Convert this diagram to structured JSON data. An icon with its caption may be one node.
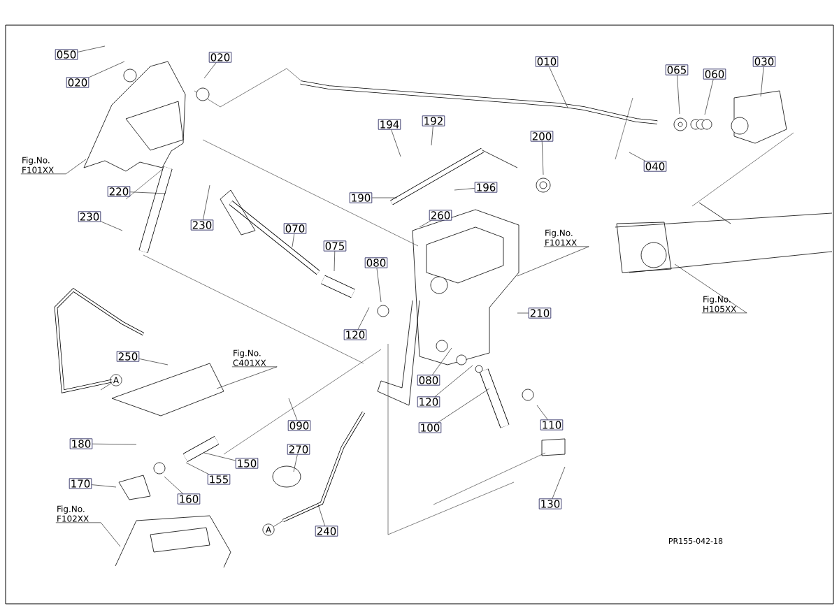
{
  "diagram": {
    "nodes": [
      {
        "text": [
          "050"
        ]
      },
      {
        "text": [
          "020"
        ]
      },
      {
        "text": [
          "020"
        ]
      },
      {
        "text": [
          "010"
        ]
      },
      {
        "text": [
          "065"
        ]
      },
      {
        "text": [
          "060"
        ]
      },
      {
        "text": [
          "030"
        ]
      },
      {
        "text": [
          "040"
        ]
      },
      {
        "text": [
          "194"
        ]
      },
      {
        "text": [
          "192"
        ]
      },
      {
        "text": [
          "200"
        ]
      },
      {
        "text": [
          "196"
        ]
      },
      {
        "text": [
          "190"
        ]
      },
      {
        "text": [
          "260"
        ]
      },
      {
        "text": [
          "230"
        ]
      },
      {
        "text": [
          "220"
        ]
      },
      {
        "text": [
          "230"
        ]
      },
      {
        "text": [
          "Fig.No. F101XX"
        ]
      },
      {
        "text": [
          "070"
        ]
      },
      {
        "text": [
          "075"
        ]
      },
      {
        "text": [
          "080"
        ]
      },
      {
        "text": [
          "Fig.No. F101XX"
        ]
      },
      {
        "text": [
          "210"
        ]
      },
      {
        "text": [
          "120"
        ]
      },
      {
        "text": [
          "Fig.No. H105XX"
        ]
      },
      {
        "text": [
          "250"
        ]
      },
      {
        "text": [
          "Fig.No. C401XX"
        ]
      },
      {
        "text": [
          "A"
        ]
      },
      {
        "text": [
          "080"
        ]
      },
      {
        "text": [
          "120"
        ]
      },
      {
        "text": [
          "090"
        ]
      },
      {
        "text": [
          "100"
        ]
      },
      {
        "text": [
          "110"
        ]
      },
      {
        "text": [
          "180"
        ]
      },
      {
        "text": [
          "270"
        ]
      },
      {
        "text": [
          "150"
        ]
      },
      {
        "text": [
          "155"
        ]
      },
      {
        "text": [
          "170"
        ]
      },
      {
        "text": [
          "160"
        ]
      },
      {
        "text": [
          "Fig.No. F102XX"
        ]
      },
      {
        "text": [
          "130"
        ]
      },
      {
        "text": [
          "A"
        ]
      },
      {
        "text": [
          "240"
        ]
      }
    ],
    "edges": [
      {
        "from": 0,
        "to": null,
        "arrow": "none"
      },
      {
        "from": 1,
        "to": null,
        "arrow": "none"
      },
      {
        "from": 2,
        "to": null,
        "arrow": "none"
      },
      {
        "from": 3,
        "to": null,
        "arrow": "none"
      },
      {
        "from": 4,
        "to": null,
        "arrow": "none"
      },
      {
        "from": 5,
        "to": null,
        "arrow": "none"
      },
      {
        "from": 6,
        "to": null,
        "arrow": "none"
      },
      {
        "from": 7,
        "to": null,
        "arrow": "none"
      },
      {
        "from": 8,
        "to": null,
        "arrow": "none"
      },
      {
        "from": 9,
        "to": null,
        "arrow": "none"
      },
      {
        "from": 10,
        "to": null,
        "arrow": "none"
      },
      {
        "from": 11,
        "to": null,
        "arrow": "none"
      },
      {
        "from": 12,
        "to": null,
        "arrow": "none"
      },
      {
        "from": 13,
        "to": null,
        "arrow": "none"
      },
      {
        "from": 14,
        "to": null,
        "arrow": "none"
      },
      {
        "from": 15,
        "to": null,
        "arrow": "none"
      },
      {
        "from": 16,
        "to": null,
        "arrow": "none"
      },
      {
        "from": 17,
        "to": null,
        "arrow": "none"
      },
      {
        "from": 18,
        "to": null,
        "arrow": "none"
      },
      {
        "from": 19,
        "to": null,
        "arrow": "none"
      },
      {
        "from": 20,
        "to": null,
        "arrow": "none"
      },
      {
        "from": 21,
        "to": null,
        "arrow": "none"
      },
      {
        "from": 22,
        "to": null,
        "arrow": "none"
      },
      {
        "from": 23,
        "to": null,
        "arrow": "none"
      },
      {
        "from": 24,
        "to": null,
        "arrow": "none"
      },
      {
        "from": 25,
        "to": null,
        "arrow": "none"
      },
      {
        "from": 26,
        "to": null,
        "arrow": "none"
      },
      {
        "from": 27,
        "to": null,
        "arrow": "none"
      },
      {
        "from": 28,
        "to": null,
        "arrow": "none"
      },
      {
        "from": 29,
        "to": null,
        "arrow": "none"
      },
      {
        "from": 30,
        "to": null,
        "arrow": "none"
      },
      {
        "from": 31,
        "to": null,
        "arrow": "none"
      },
      {
        "from": 32,
        "to": null,
        "arrow": "none"
      },
      {
        "from": 33,
        "to": null,
        "arrow": "none"
      },
      {
        "from": 34,
        "to": null,
        "arrow": "none"
      },
      {
        "from": 35,
        "to": null,
        "arrow": "none"
      },
      {
        "from": 36,
        "to": null,
        "arrow": "none"
      },
      {
        "from": 37,
        "to": null,
        "arrow": "none"
      },
      {
        "from": 38,
        "to": null,
        "arrow": "none"
      },
      {
        "from": 39,
        "to": null,
        "arrow": "none"
      },
      {
        "from": 40,
        "to": null,
        "arrow": "none"
      },
      {
        "from": 41,
        "to": null,
        "arrow": "none"
      },
      {
        "from": 42,
        "to": null,
        "arrow": "none"
      }
    ],
    "labels": [
      "PR155-042-18"
    ]
  }
}
